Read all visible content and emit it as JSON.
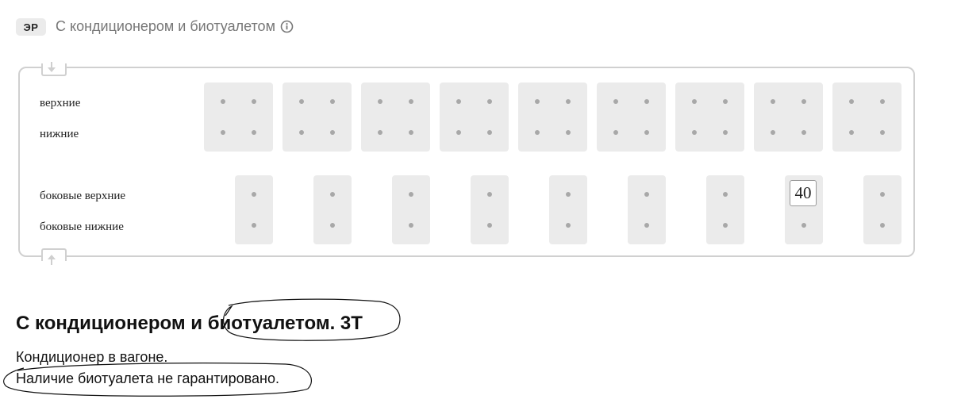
{
  "header": {
    "badge": "ЭР",
    "car_type": "С кондиционером и биотуалетом",
    "info_icon": "info-circle-icon"
  },
  "seat_map": {
    "row_labels": {
      "upper": "верхние",
      "lower": "нижние",
      "side_upper": "боковые верхние",
      "side_lower": "боковые нижние"
    },
    "compartment_count": 9,
    "side_seat_count": 9,
    "available_seat": "40",
    "colors": {
      "seat_block": "#ebebeb",
      "dot": "#a8a8a8",
      "outline": "#d0d0d0"
    }
  },
  "details": {
    "heading": "С кондиционером и биотуалетом. 3Т",
    "lines": [
      "Кондиционер в вагоне.",
      "Наличие биотуалета не гарантировано."
    ]
  }
}
